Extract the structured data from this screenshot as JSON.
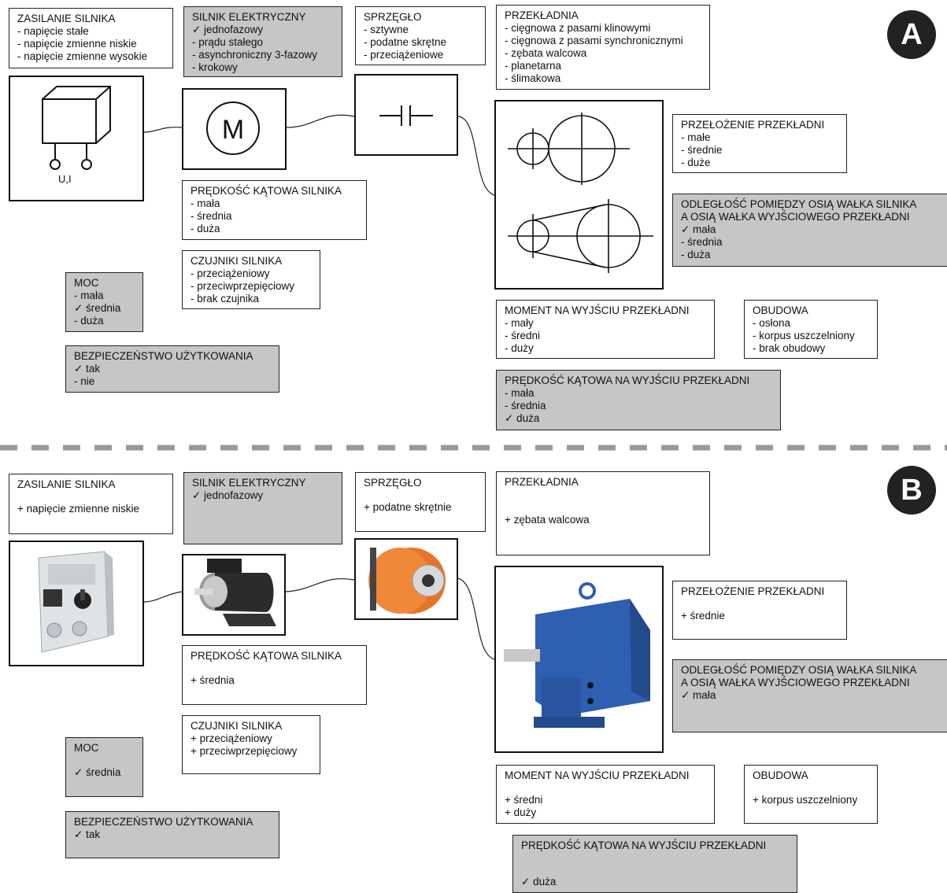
{
  "badges": {
    "a": "A",
    "b": "B"
  },
  "colors": {
    "gray_box": "#c6c6c6",
    "dash": "#999999",
    "badge": "#222222",
    "coupling_orange": "#e8742a",
    "gear_blue": "#2f5fb0"
  },
  "icons": [
    "electrical-box-icon",
    "motor-m-icon",
    "coupling-symbol-icon",
    "gear-pair-icon",
    "belt-drive-icon"
  ],
  "diagram_a": {
    "labels": {
      "motor_symbol": "M",
      "terminals": "U,I"
    },
    "power": {
      "title": "ZASILANIE SILNIKA",
      "items": [
        " - napięcie stałe",
        " - napięcie zmienne niskie",
        " - napięcie zmienne wysokie"
      ]
    },
    "motor": {
      "title": "SILNIK ELEKTRYCZNY",
      "items": [
        "✓ jednofazowy",
        " - prądu stałego",
        " - asynchroniczny 3-fazowy",
        " - krokowy"
      ]
    },
    "coupling": {
      "title": "SPRZĘGŁO",
      "items": [
        " - sztywne",
        " - podatne skrętne",
        " - przeciążeniowe"
      ]
    },
    "gearbox": {
      "title": "PRZEKŁADNIA",
      "items": [
        " - cięgnowa z pasami klinowymi",
        " - cięgnowa z pasami synchronicznymi",
        " - zębata walcowa",
        " - planetarna",
        " - ślimakowa"
      ]
    },
    "ratio": {
      "title": "PRZEŁOŻENIE PRZEKŁADNI",
      "items": [
        " - małe",
        " - średnie",
        " - duże"
      ]
    },
    "distance": {
      "title": "ODLEGŁOŚĆ POMIĘDZY OSIĄ WAŁKA SILNIKA",
      "title2": "A OSIĄ WAŁKA WYJŚCIOWEGO PRZEKŁADNI",
      "items": [
        "✓ mała",
        " - średnia",
        " - duża"
      ]
    },
    "motor_speed": {
      "title": "PRĘDKOŚĆ KĄTOWA SILNIKA",
      "items": [
        " - mała",
        " - średnia",
        " - duża"
      ]
    },
    "sensors": {
      "title": "CZUJNIKI SILNIKA",
      "items": [
        " - przeciążeniowy",
        " - przeciwprzepięciowy",
        " - brak czujnika"
      ]
    },
    "power_rating": {
      "title": "MOC",
      "items": [
        " - mała",
        "✓ średnia",
        " - duża"
      ]
    },
    "safety": {
      "title": "BEZPIECZEŃSTWO UŻYTKOWANIA",
      "items": [
        "✓ tak",
        " - nie"
      ]
    },
    "torque": {
      "title": "MOMENT NA WYJŚCIU PRZEKŁADNI",
      "items": [
        " - mały",
        " - średni",
        " - duży"
      ]
    },
    "housing": {
      "title": "OBUDOWA",
      "items": [
        " - osłona",
        " - korpus uszczelniony",
        " - brak obudowy"
      ]
    },
    "out_speed": {
      "title": "PRĘDKOŚĆ KĄTOWA NA WYJŚCIU PRZEKŁADNI",
      "items": [
        " - mała",
        " - średnia",
        "✓ duża"
      ]
    }
  },
  "diagram_b": {
    "power": {
      "title": "ZASILANIE SILNIKA",
      "items": [
        "+ napięcie zmienne niskie"
      ]
    },
    "motor": {
      "title": "SILNIK ELEKTRYCZNY",
      "items": [
        "✓ jednofazowy"
      ]
    },
    "coupling": {
      "title": "SPRZĘGŁO",
      "items": [
        "+ podatne skrętnie"
      ]
    },
    "gearbox": {
      "title": "PRZEKŁADNIA",
      "items": [
        "+ zębata walcowa"
      ]
    },
    "ratio": {
      "title": "PRZEŁOŻENIE PRZEKŁADNI",
      "items": [
        "+ średnie"
      ]
    },
    "distance": {
      "title": "ODLEGŁOŚĆ POMIĘDZY OSIĄ WAŁKA SILNIKA",
      "title2": "A OSIĄ WAŁKA WYJŚCIOWEGO PRZEKŁADNI",
      "items": [
        "✓ mała"
      ]
    },
    "motor_speed": {
      "title": "PRĘDKOŚĆ KĄTOWA SILNIKA",
      "items": [
        "+ średnia"
      ]
    },
    "sensors": {
      "title": "CZUJNIKI SILNIKA",
      "items": [
        "+ przeciążeniowy",
        "+ przeciwprzepięciowy"
      ]
    },
    "power_rating": {
      "title": "MOC",
      "items": [
        "✓ średnia"
      ]
    },
    "safety": {
      "title": "BEZPIECZEŃSTWO UŻYTKOWANIA",
      "items": [
        "✓ tak"
      ]
    },
    "torque": {
      "title": "MOMENT NA WYJŚCIU PRZEKŁADNI",
      "items": [
        "+ średni",
        "+ duży"
      ]
    },
    "housing": {
      "title": "OBUDOWA",
      "items": [
        "+ korpus uszczelniony"
      ]
    },
    "out_speed": {
      "title": "PRĘDKOŚĆ KĄTOWA NA WYJŚCIU PRZEKŁADNI",
      "items": [
        "✓ duża"
      ]
    }
  }
}
